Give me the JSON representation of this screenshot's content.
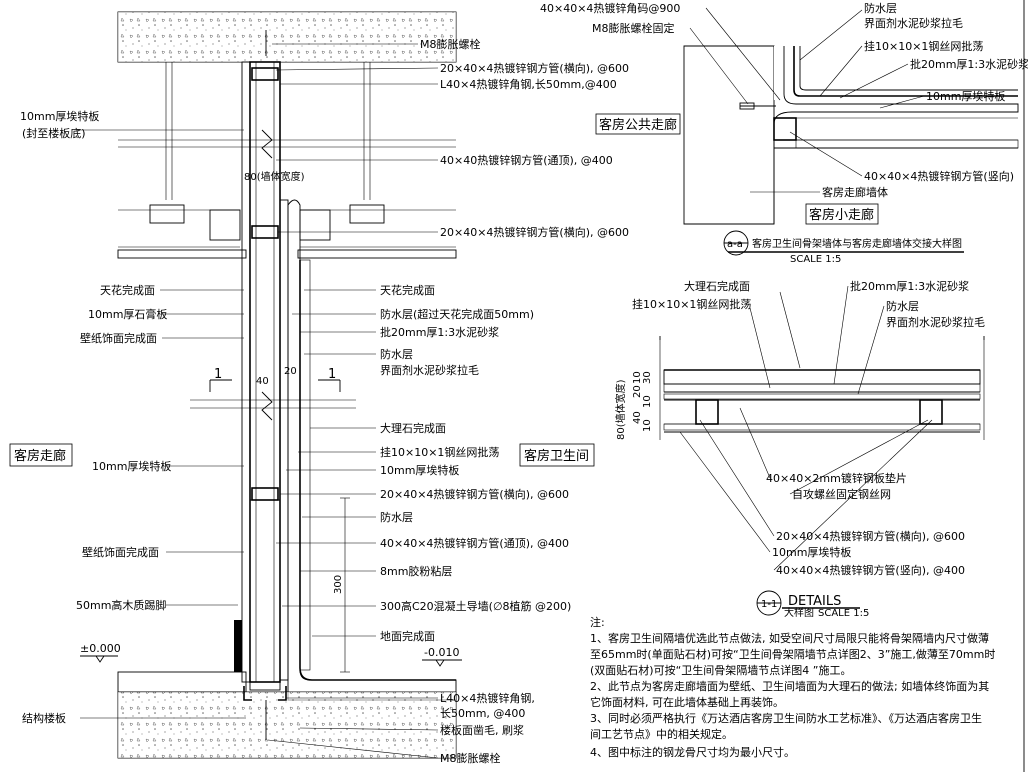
{
  "left_section": {
    "labels": {
      "top_bolt": "M8膨胀螺栓",
      "tube_h1": "20×40×4热镀锌钢方管(横向), @600",
      "angle_top": "L40×4热镀锌角钢,长50mm,@400",
      "board_label": "10mm厚埃特板",
      "board_note": "(封至楼板底)",
      "tube_through1": "40×40热镀锌钢方管(通顶), @400",
      "wall_width": "80(墙体宽度)",
      "tube_h2": "20×40×4热镀锌钢方管(横向), @600",
      "ceiling_left": "天花完成面",
      "ceiling_right": "天花完成面",
      "gypsum": "10mm厚石膏板",
      "waterproof_over": "防水层(超过天花完成面50mm)",
      "wallpaper_top": "壁纸饰面完成面",
      "cement_20": "批20mm厚1:3水泥砂浆",
      "waterproof_b": "防水层",
      "interface_agent": "界面剂水泥砂浆拉毛",
      "section_mark_1": "1",
      "section_mark_2": "1",
      "dim_40": "40",
      "dim_20": "20",
      "marble": "大理石完成面",
      "mesh": "挂10×10×1钢丝网批荡",
      "board_r": "10mm厚埃特板",
      "room_corridor": "客房走廊",
      "room_bath": "客房卫生间",
      "board_l2": "10mm厚埃特板",
      "tube_h3": "20×40×4热镀锌钢方管(横向), @600",
      "waterproof_c": "防水层",
      "wallpaper_bot": "壁纸饰面完成面",
      "tube_through2": "40×40×4热镀锌钢方管(通顶), @400",
      "glue": "8mm胶粉粘层",
      "dim_300": "300",
      "skirting": "50mm高木质踢脚",
      "curb": "300高C20混凝土导墙(∅8植筋 @200)",
      "floor_finish": "地面完成面",
      "level_left": "±0.000",
      "level_right": "-0.010",
      "slab": "结构楼板",
      "angle_bot1": "L40×4热镀锌角钢,",
      "angle_bot2": "长50mm, @400",
      "floor_rough": "楼板面凿毛, 刷浆",
      "bottom_bolt": "M8膨胀螺栓"
    }
  },
  "plan_a": {
    "labels": {
      "angle_code": "40×40×4热镀锌角码@900",
      "bolt": "M8膨胀螺栓固定",
      "waterproof": "防水层",
      "interface_agent": "界面剂水泥砂浆拉毛",
      "mesh": "挂10×10×1钢丝网批荡",
      "cement": "批20mm厚1:3水泥砂浆",
      "board": "10mm厚埃特板",
      "corridor_public": "客房公共走廊",
      "tube_v": "40×40×4热镀锌钢方管(竖向)",
      "corridor_wall": "客房走廊墙体",
      "corridor_small": "客房小走廊",
      "title_mark": "a-a",
      "title": "客房卫生间骨架墙体与客房走廊墙体交接大样图",
      "scale": "SCALE 1:5"
    }
  },
  "detail_1": {
    "labels": {
      "marble": "大理石完成面",
      "mesh": "挂10×10×1钢丝网批荡",
      "cement": "批20mm厚1:3水泥砂浆",
      "waterproof": "防水层",
      "interface_agent": "界面剂水泥砂浆拉毛",
      "wall_width": "80(墙体宽度)",
      "d10": "10",
      "d30": "30",
      "d20": "20",
      "d10b": "10",
      "d40": "40",
      "d10c": "10",
      "plate": "40×40×2mm镀锌钢板垫片",
      "screw": "自攻螺丝固定钢丝网",
      "tube_h": "20×40×4热镀锌钢方管(横向), @600",
      "board": "10mm厚埃特板",
      "tube_v": "40×40×4热镀锌钢方管(竖向), @400",
      "title_mark": "1-1",
      "title": "DETAILS",
      "subtitle": "大样图",
      "scale": "SCALE 1:5"
    }
  },
  "notes": {
    "heading": "注:",
    "lines": [
      "1、客房卫生间隔墙优选此节点做法, 如受空间尺寸局限只能将骨架隔墙内尺寸做薄",
      "至65mm时(单面贴石材)可按“卫生间骨架隔墙节点详图2、3”施工,做薄至70mm时",
      "(双面贴石材)可按“卫生间骨架隔墙节点详图4 ”施工。",
      "2、此节点为客房走廊墙面为壁纸、卫生间墙面为大理石的做法; 如墙体终饰面为其",
      "它饰面材料, 可在此墙体基础上再装饰。",
      "3、同时必须严格执行《万达酒店客房卫生间防水工艺标准》、《万达酒店客房卫生",
      "间工艺节点》中的相关规定。",
      "4、图中标注的钢龙骨尺寸均为最小尺寸。"
    ]
  }
}
